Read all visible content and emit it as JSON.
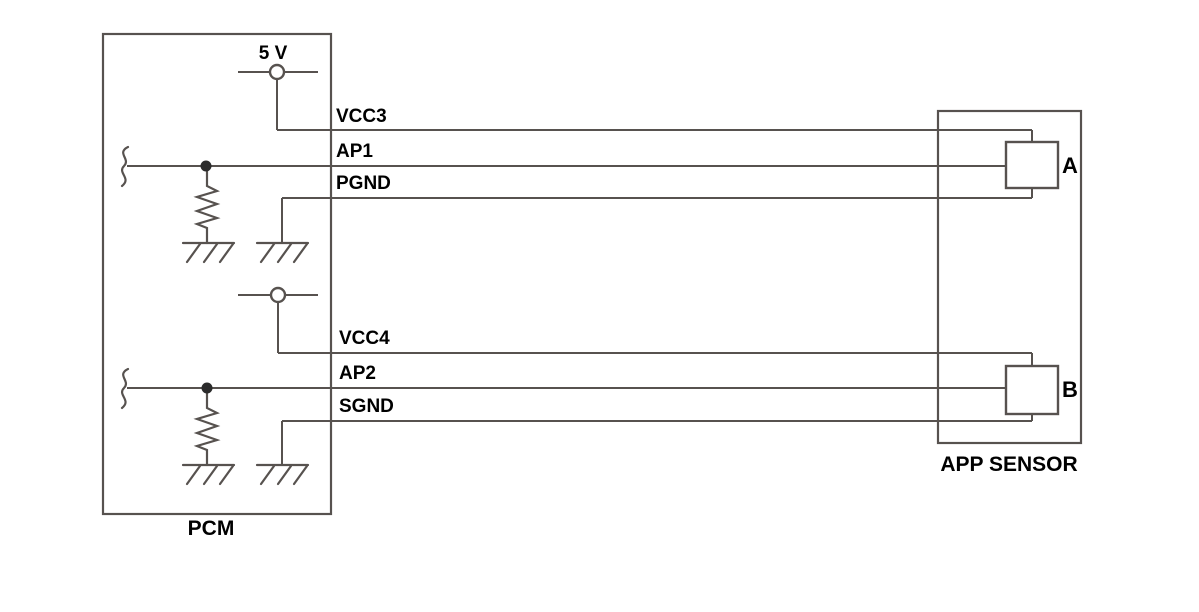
{
  "colors": {
    "line": "#57524f",
    "text": "#000000",
    "background": "#ffffff"
  },
  "pcm": {
    "label": "PCM",
    "supply": {
      "label": "5 V"
    },
    "pins": {
      "vcc3": "VCC3",
      "ap1": "AP1",
      "pgnd": "PGND",
      "vcc4": "VCC4",
      "ap2": "AP2",
      "sgnd": "SGND"
    }
  },
  "sensor": {
    "label": "APP SENSOR",
    "connectors": {
      "a": "A",
      "b": "B"
    }
  }
}
